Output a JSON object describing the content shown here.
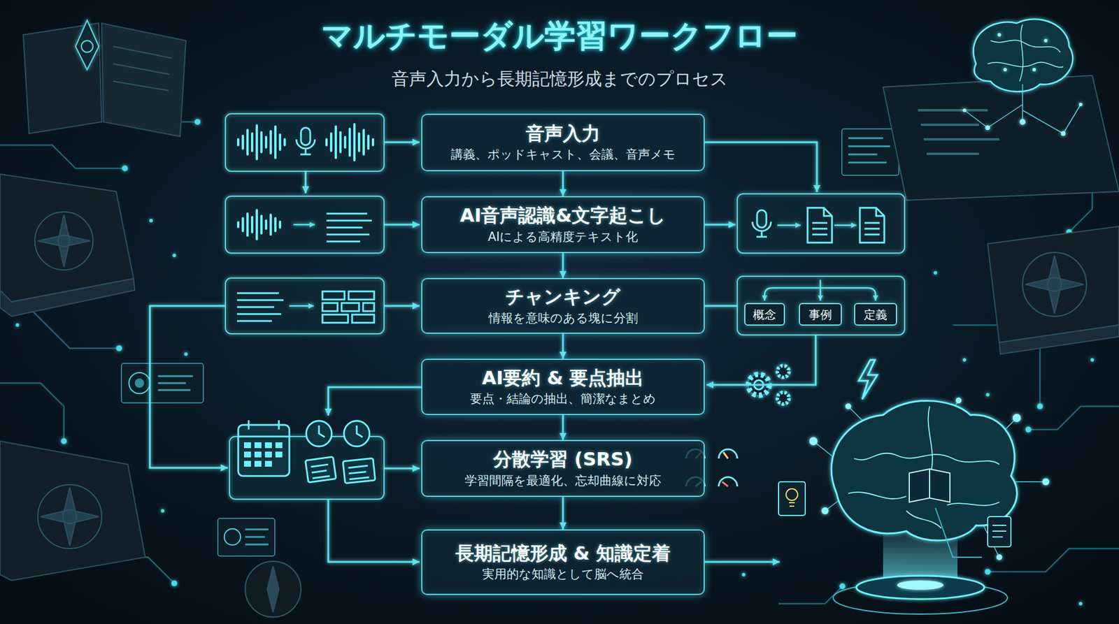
{
  "diagram": {
    "title": "マルチモーダル学習ワークフロー",
    "caption": "音声入力から長期記憶形成までのプロセス",
    "nodes": [
      {
        "text": [
          "音声入力",
          "講義、ポッドキャスト、会議、音声メモ"
        ]
      },
      {
        "text": [
          "AI音声認識&文字起こし",
          "AIによる高精度テキスト化"
        ]
      },
      {
        "text": [
          "チャンキング",
          "情報を意味のある塊に分割"
        ]
      },
      {
        "text": [
          "概念"
        ]
      },
      {
        "text": [
          "事例"
        ]
      },
      {
        "text": [
          "定義"
        ]
      },
      {
        "text": [
          "AI要約 & 要点抽出",
          "要点・結論の抽出、簡潔なまとめ"
        ]
      },
      {
        "text": [
          "分散学習 (SRS)",
          "学習間隔を最適化、忘却曲線に対応"
        ]
      },
      {
        "text": [
          "長期記憶形成 & 知識定着",
          "実用的な知識として脳へ統合"
        ]
      }
    ],
    "edges": [
      {
        "from": 0,
        "to": 1,
        "arrow": "to"
      },
      {
        "from": 1,
        "to": 2,
        "arrow": "to"
      },
      {
        "from": 2,
        "to": 6,
        "arrow": "to"
      },
      {
        "from": 6,
        "to": 7,
        "arrow": "to"
      },
      {
        "from": 7,
        "to": 8,
        "arrow": "to"
      }
    ]
  }
}
